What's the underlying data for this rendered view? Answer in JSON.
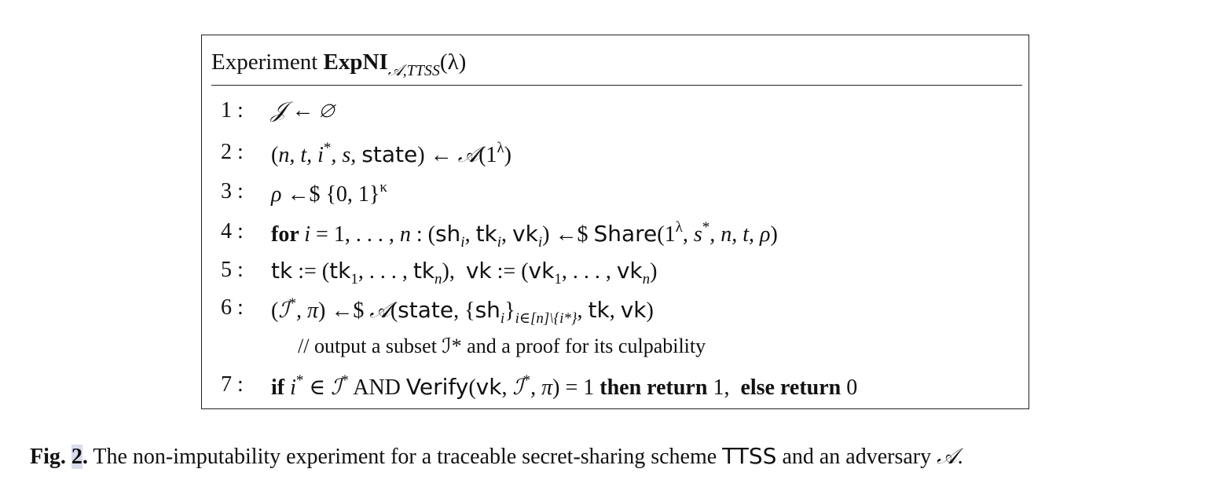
{
  "figure": {
    "box": {
      "title_prefix": "Experiment",
      "title_bold": "ExpNI",
      "title_subscript": "𝒜,TTSS",
      "title_arg": "(λ)",
      "lines": [
        {
          "number": "1 :",
          "parts": [
            {
              "t": "𝒥 ← ∅",
              "c": "it"
            }
          ]
        },
        {
          "number": "2 :",
          "parts": [
            {
              "t": "(",
              "c": ""
            },
            {
              "t": "n, t, i",
              "c": "it"
            },
            {
              "t": "*",
              "c": "sup"
            },
            {
              "t": ", s, ",
              "c": "it"
            },
            {
              "t": "state",
              "c": "sf"
            },
            {
              "t": ") ← ",
              "c": ""
            },
            {
              "t": "𝒜",
              "c": "it"
            },
            {
              "t": "(1",
              "c": ""
            },
            {
              "t": "λ",
              "c": "sup"
            },
            {
              "t": ")",
              "c": ""
            }
          ]
        },
        {
          "number": "3 :",
          "parts": [
            {
              "t": "ρ",
              "c": "it"
            },
            {
              "t": " ←$ {0, 1}",
              "c": ""
            },
            {
              "t": "κ",
              "c": "sup"
            }
          ]
        },
        {
          "number": "4 :",
          "parts": [
            {
              "t": "for ",
              "c": "kw"
            },
            {
              "t": "i",
              "c": "it"
            },
            {
              "t": " = 1, . . . , ",
              "c": ""
            },
            {
              "t": "n",
              "c": "it"
            },
            {
              "t": " : (",
              "c": ""
            },
            {
              "t": "sh",
              "c": "sf"
            },
            {
              "t": "i",
              "c": "subs it"
            },
            {
              "t": ", ",
              "c": ""
            },
            {
              "t": "tk",
              "c": "sf"
            },
            {
              "t": "i",
              "c": "subs it"
            },
            {
              "t": ", ",
              "c": ""
            },
            {
              "t": "vk",
              "c": "sf"
            },
            {
              "t": "i",
              "c": "subs it"
            },
            {
              "t": ") ←$ ",
              "c": ""
            },
            {
              "t": "Share",
              "c": "sf"
            },
            {
              "t": "(1",
              "c": ""
            },
            {
              "t": "λ",
              "c": "sup"
            },
            {
              "t": ", s",
              "c": "it"
            },
            {
              "t": "*",
              "c": "sup"
            },
            {
              "t": ", n, t, ρ",
              "c": "it"
            },
            {
              "t": ")",
              "c": ""
            }
          ]
        },
        {
          "number": "5 :",
          "parts": [
            {
              "t": "tk",
              "c": "sf"
            },
            {
              "t": " := (",
              "c": ""
            },
            {
              "t": "tk",
              "c": "sf"
            },
            {
              "t": "1",
              "c": "subs"
            },
            {
              "t": ", . . . , ",
              "c": ""
            },
            {
              "t": "tk",
              "c": "sf"
            },
            {
              "t": "n",
              "c": "subs it"
            },
            {
              "t": "),  ",
              "c": ""
            },
            {
              "t": "vk",
              "c": "sf"
            },
            {
              "t": " := (",
              "c": ""
            },
            {
              "t": "vk",
              "c": "sf"
            },
            {
              "t": "1",
              "c": "subs"
            },
            {
              "t": ", . . . , ",
              "c": ""
            },
            {
              "t": "vk",
              "c": "sf"
            },
            {
              "t": "n",
              "c": "subs it"
            },
            {
              "t": ")",
              "c": ""
            }
          ]
        },
        {
          "number": "6 :",
          "parts": [
            {
              "t": "(",
              "c": ""
            },
            {
              "t": "ℐ",
              "c": "it"
            },
            {
              "t": "*",
              "c": "sup"
            },
            {
              "t": ", π",
              "c": "it"
            },
            {
              "t": ") ←$ ",
              "c": ""
            },
            {
              "t": "𝒜",
              "c": "it"
            },
            {
              "t": "(",
              "c": ""
            },
            {
              "t": "state",
              "c": "sf"
            },
            {
              "t": ", {",
              "c": ""
            },
            {
              "t": "sh",
              "c": "sf"
            },
            {
              "t": "i",
              "c": "subs it"
            },
            {
              "t": "}",
              "c": ""
            },
            {
              "t": "i∈[n]\\{i*}",
              "c": "subs it"
            },
            {
              "t": ", ",
              "c": ""
            },
            {
              "t": "tk",
              "c": "sf"
            },
            {
              "t": ", ",
              "c": ""
            },
            {
              "t": "vk",
              "c": "sf"
            },
            {
              "t": ")",
              "c": ""
            }
          ]
        },
        {
          "number": "",
          "comment": "// output a subset ℐ* and a proof for its culpability"
        },
        {
          "number": "7 :",
          "parts": [
            {
              "t": "if ",
              "c": "kw"
            },
            {
              "t": "i",
              "c": "it"
            },
            {
              "t": "*",
              "c": "sup"
            },
            {
              "t": " ∈ ",
              "c": ""
            },
            {
              "t": "ℐ",
              "c": "it"
            },
            {
              "t": "*",
              "c": "sup"
            },
            {
              "t": " AND ",
              "c": ""
            },
            {
              "t": "Verify",
              "c": "sf"
            },
            {
              "t": "(",
              "c": ""
            },
            {
              "t": "vk",
              "c": "sf"
            },
            {
              "t": ", ",
              "c": ""
            },
            {
              "t": "ℐ",
              "c": "it"
            },
            {
              "t": "*",
              "c": "sup"
            },
            {
              "t": ", π",
              "c": "it"
            },
            {
              "t": ") = 1 ",
              "c": ""
            },
            {
              "t": "then return ",
              "c": "kw"
            },
            {
              "t": "1,  ",
              "c": ""
            },
            {
              "t": "else return ",
              "c": "kw"
            },
            {
              "t": "0",
              "c": ""
            }
          ]
        }
      ]
    },
    "caption": {
      "label_prefix": "Fig. ",
      "label_number": "2",
      "label_suffix": ".",
      "text_before": " The non-imputability experiment for a traceable secret-sharing scheme ",
      "scheme_name": "TTSS",
      "text_middle": " and an adversary ",
      "adversary": "𝒜",
      "text_end": "."
    }
  }
}
